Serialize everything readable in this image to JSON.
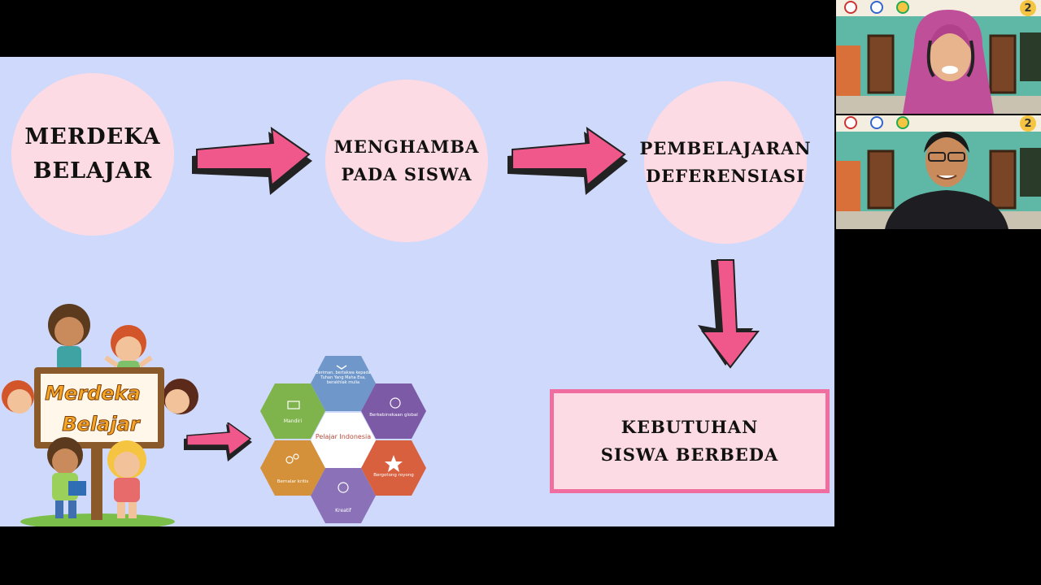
{
  "slide": {
    "circle1": {
      "line1": "MERDEKA",
      "line2": "BELAJAR"
    },
    "circle2": {
      "line1": "MENGHAMBA",
      "line2": "PADA SISWA"
    },
    "circle3": {
      "line1": "PEMBELAJARAN",
      "line2": "DEFERENSIASI"
    },
    "result_box": {
      "line1": "KEBUTUHAN",
      "line2": "SISWA BERBEDA"
    },
    "sign": {
      "line1": "Merdeka",
      "line2": "Belajar"
    },
    "hex": {
      "center": "Pelajar Indonesia",
      "top": "Beriman, bertakwa kepada Tuhan Yang Maha Esa, berakhlak mulia",
      "top_right": "Berkebinekaan global",
      "bottom_right": "Bergotong royong",
      "bottom": "Kreatif",
      "bottom_left": "Bernalar kritis",
      "top_left": "Mandiri"
    }
  },
  "video_tiles": [
    {
      "badge": "2"
    },
    {
      "badge": "2"
    }
  ],
  "colors": {
    "slide_bg": "#cfd9fb",
    "circle": "#fddbe4",
    "arrow_fill": "#f0588c",
    "arrow_shadow": "#222222",
    "box_border": "#f06d9f"
  }
}
